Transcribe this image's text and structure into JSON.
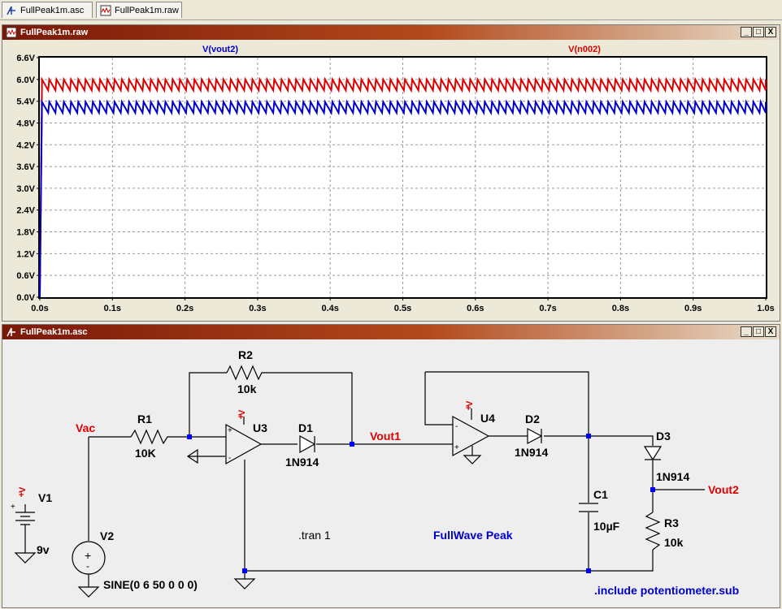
{
  "tabs": [
    {
      "label": "FullPeak1m.asc"
    },
    {
      "label": "FullPeak1m.raw"
    }
  ],
  "plot_window": {
    "title": "FullPeak1m.raw",
    "buttons": [
      "_",
      "□",
      "X"
    ]
  },
  "schematic_window": {
    "title": "FullPeak1m.asc",
    "buttons": [
      "_",
      "□",
      "X"
    ]
  },
  "chart_data": {
    "type": "line",
    "series": [
      {
        "name": "V(vout2)",
        "color": "#0000cc",
        "start": 0.0,
        "settle_time": 0.003,
        "low": 5.08,
        "high": 5.38,
        "frequency_hz": 100
      },
      {
        "name": "V(n002)",
        "color": "#dd0000",
        "start": 0.0,
        "settle_time": 0.003,
        "low": 5.7,
        "high": 6.0,
        "frequency_hz": 100
      }
    ],
    "xlim": [
      0,
      1.0
    ],
    "ylim": [
      0,
      6.6
    ],
    "x_ticks": [
      "0.0s",
      "0.1s",
      "0.2s",
      "0.3s",
      "0.4s",
      "0.5s",
      "0.6s",
      "0.7s",
      "0.8s",
      "0.9s",
      "1.0s"
    ],
    "y_ticks": [
      "0.0V",
      "0.6V",
      "1.2V",
      "1.8V",
      "2.4V",
      "3.0V",
      "3.6V",
      "4.2V",
      "4.8V",
      "5.4V",
      "6.0V",
      "6.6V"
    ],
    "grid": true
  },
  "schematic": {
    "components": {
      "R1": {
        "ref": "R1",
        "value": "10K"
      },
      "R2": {
        "ref": "R2",
        "value": "10k"
      },
      "R3": {
        "ref": "R3",
        "value": "10k"
      },
      "U3": {
        "ref": "U3"
      },
      "U4": {
        "ref": "U4"
      },
      "D1": {
        "ref": "D1",
        "value": "1N914"
      },
      "D2": {
        "ref": "D2",
        "value": "1N914"
      },
      "D3": {
        "ref": "D3",
        "value": "1N914"
      },
      "C1": {
        "ref": "C1",
        "value": "10µF"
      },
      "V1": {
        "ref": "V1",
        "value": "9v"
      },
      "V2": {
        "ref": "V2",
        "value": "SINE(0 6 50 0 0 0)"
      }
    },
    "nets": {
      "vac": "Vac",
      "vout1": "Vout1",
      "vout2": "Vout2"
    },
    "directives": {
      "tran": ".tran 1",
      "include": ".include potentiometer.sub"
    },
    "comment": "FullWave Peak",
    "pin_labels": {
      "plus": "+",
      "minus": "-",
      "vplus": "+",
      "vsym": "V"
    }
  }
}
